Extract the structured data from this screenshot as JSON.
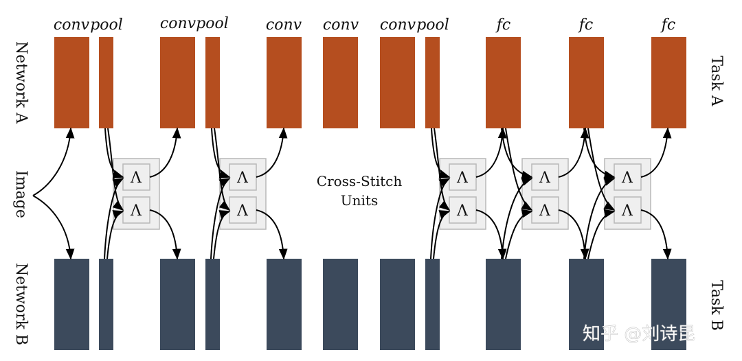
{
  "colors": {
    "network_a": "#b54e1f",
    "network_b": "#3c4a5c",
    "unit_fill": "#efefef",
    "unit_stroke": "#b9b9b9",
    "arrow": "#000000"
  },
  "layer_labels": {
    "l1": "conv",
    "l2": "pool",
    "l3": "conv",
    "l4": "pool",
    "l5": "conv",
    "l6": "conv",
    "l7": "conv",
    "l8": "pool",
    "l9": "fc",
    "l10": "fc",
    "l11": "fc"
  },
  "side_labels": {
    "network_a": "Network A",
    "network_b": "Network B",
    "image": "Image",
    "task_a": "Task A",
    "task_b": "Task B"
  },
  "cross_stitch_caption": {
    "line1": "Cross-Stitch",
    "line2": "Units"
  },
  "unit_symbol": "Λ",
  "watermark": "知乎 @刘诗昆"
}
